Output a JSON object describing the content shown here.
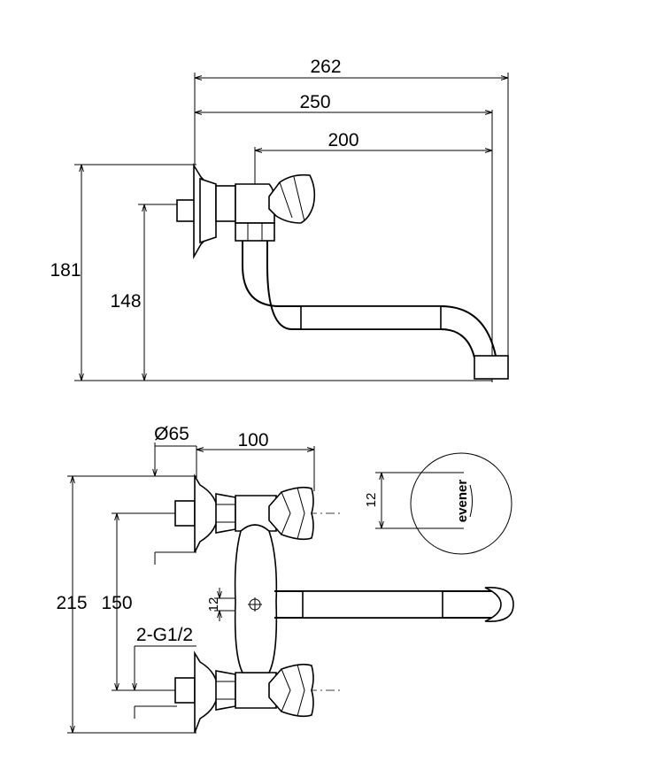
{
  "side_view": {
    "dim_overall_width": "262",
    "dim_spout_reach": "250",
    "dim_body_to_spout": "200",
    "dim_overall_height": "181",
    "dim_outlet_height": "148"
  },
  "front_view": {
    "dim_flange_diameter": "Ø65",
    "dim_handle_projection": "100",
    "dim_overall_height": "215",
    "dim_center_distance": "150",
    "dim_connection_thread": "2-G1/2",
    "dim_spout_diameter": "12"
  },
  "logo_detail": {
    "dim_logo_height": "12",
    "brand_text": "evener"
  }
}
